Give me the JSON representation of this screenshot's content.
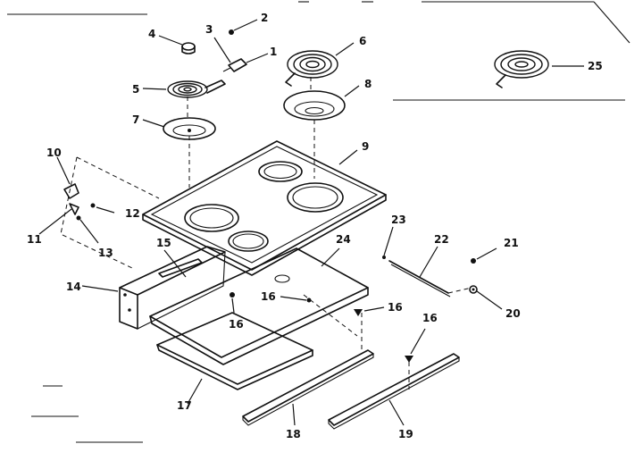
{
  "callouts": {
    "c1": "1",
    "c2": "2",
    "c3": "3",
    "c4": "4",
    "c5": "5",
    "c6": "6",
    "c7": "7",
    "c8": "8",
    "c9": "9",
    "c10": "10",
    "c11": "11",
    "c12": "12",
    "c13": "13",
    "c14": "14",
    "c15": "15",
    "c16a": "16",
    "c16b": "16",
    "c16c": "16",
    "c16d": "16",
    "c17": "17",
    "c18": "18",
    "c19": "19",
    "c20": "20",
    "c21": "21",
    "c22": "22",
    "c23": "23",
    "c24": "24",
    "c25": "25"
  }
}
